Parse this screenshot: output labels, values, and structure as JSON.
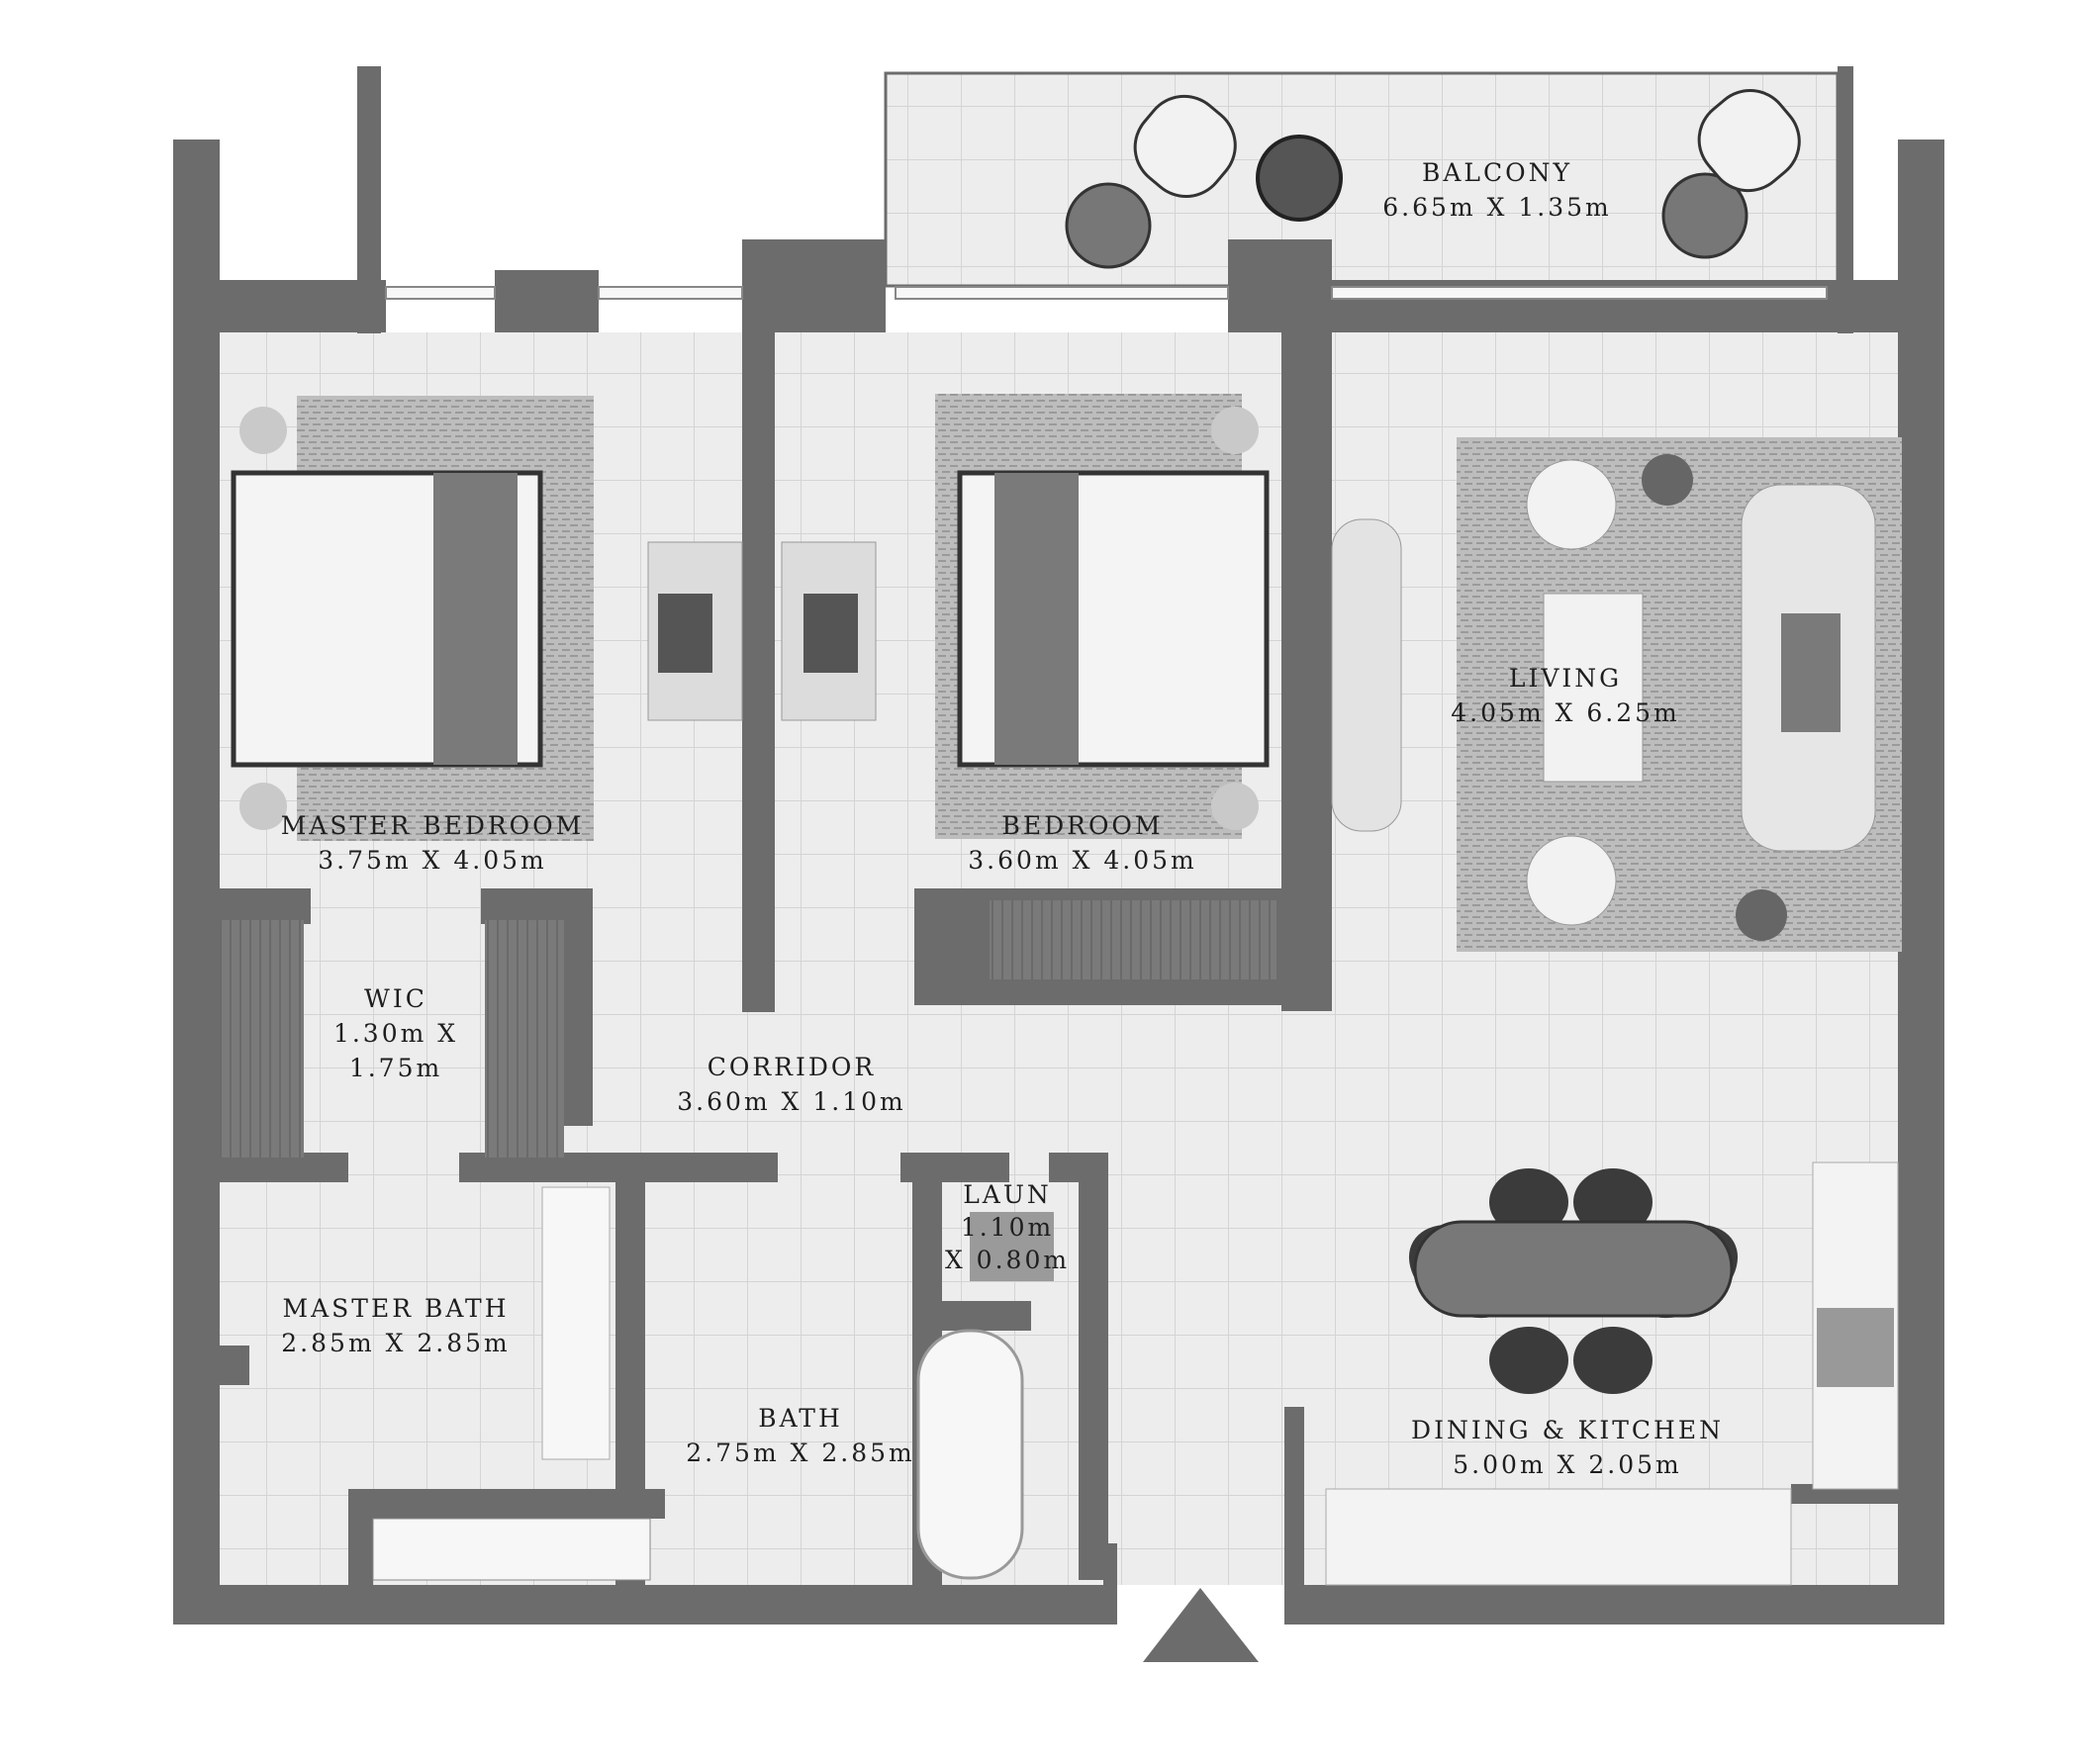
{
  "plan": {
    "rooms": [
      {
        "name": "BALCONY",
        "size": "6.65m X 1.35m"
      },
      {
        "name": "MASTER BEDROOM",
        "size": "3.75m X 4.05m"
      },
      {
        "name": "BEDROOM",
        "size": "3.60m X 4.05m"
      },
      {
        "name": "LIVING",
        "size": "4.05m X 6.25m"
      },
      {
        "name": "WIC",
        "size_line1": "1.30m X",
        "size_line2": "1.75m"
      },
      {
        "name": "CORRIDOR",
        "size": "3.60m X 1.10m"
      },
      {
        "name": "LAUN",
        "size_line1": "1.10m",
        "size_line2": "X 0.80m"
      },
      {
        "name": "MASTER BATH",
        "size": "2.85m X 2.85m"
      },
      {
        "name": "BATH",
        "size": "2.75m X 2.85m"
      },
      {
        "name": "DINING & KITCHEN",
        "size": "5.00m X 2.05m"
      }
    ],
    "colors": {
      "wall": "#6c6c6c",
      "floor": "#ededed",
      "grid": "#d6d6d6"
    }
  }
}
